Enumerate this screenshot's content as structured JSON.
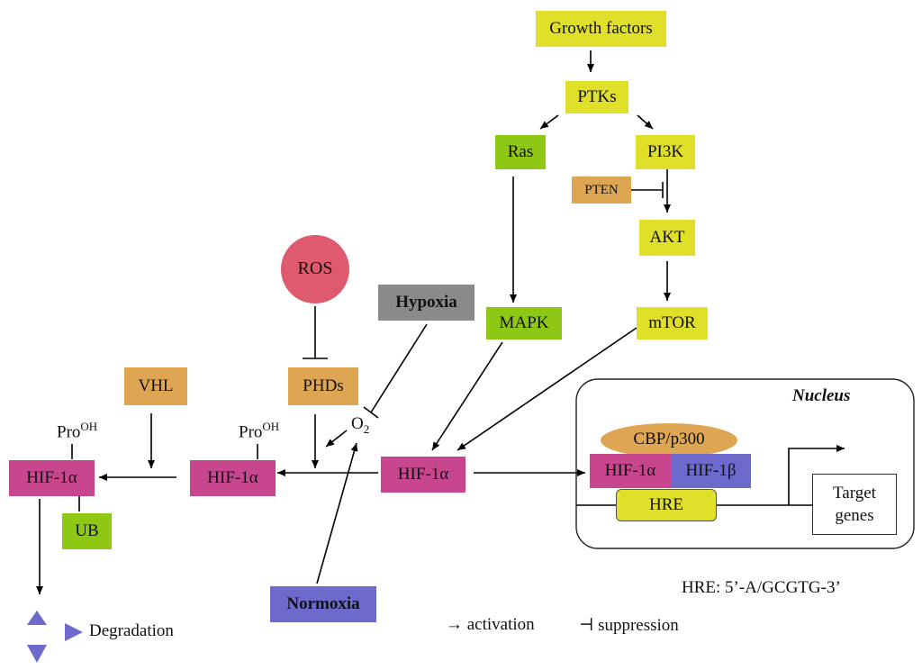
{
  "colors": {
    "yellow": "#e0df2a",
    "green": "#8fc814",
    "orange": "#dea552",
    "magenta": "#c7468e",
    "purple": "#6e6acb",
    "gray": "#8a8a8a",
    "ros": "#e05a6e",
    "cbp": "#dea552"
  },
  "nodes": {
    "growth_factors": "Growth factors",
    "ptks": "PTKs",
    "ras": "Ras",
    "pi3k": "PI3K",
    "pten": "PTEN",
    "akt": "AKT",
    "mapk": "MAPK",
    "mtor": "mTOR",
    "ros": "ROS",
    "hypoxia": "Hypoxia",
    "vhl": "VHL",
    "phds": "PHDs",
    "o2": "O",
    "o2_sub": "2",
    "pro_left": "Pro",
    "pro_left_sup": "OH",
    "pro_mid": "Pro",
    "pro_mid_sup": "OH",
    "hif_left": "HIF-1α",
    "hif_mid": "HIF-1α",
    "hif_center": "HIF-1α",
    "ub": "UB",
    "normoxia": "Normoxia",
    "degradation": "Degradation"
  },
  "nucleus": {
    "title": "Nucleus",
    "cbp": "CBP/p300",
    "hif_alpha": "HIF-1α",
    "hif_beta": "HIF-1β",
    "hre": "HRE",
    "target_line1": "Target",
    "target_line2": "genes"
  },
  "legend": {
    "hre_seq": "HRE: 5’-A/GCGTG-3’",
    "activation": "→ activation",
    "suppression": "⊣ suppression"
  }
}
